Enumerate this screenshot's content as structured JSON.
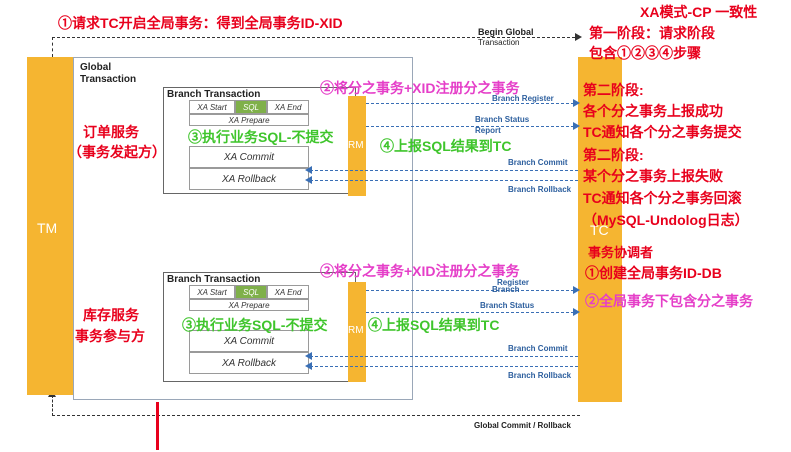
{
  "annotations": {
    "top_red": "①请求TC开启全局事务：得到全局事务ID-XID",
    "xa_title": "XA模式-CP 一致性",
    "phase1_line1": "第一阶段：请求阶段",
    "phase1_line2": "包含①②③④步骤",
    "phase2a_line1": "第二阶段:",
    "phase2a_line2": "各个分之事务上报成功",
    "phase2a_line3": "TC通知各个分之事务提交",
    "phase2b_line1": "第二阶段:",
    "phase2b_line2": "某个分之事务上报失败",
    "phase2b_line3": "TC通知各个分之事务回滚",
    "phase2b_line4": "（MySQL-Undolog日志）",
    "tc_line1": "事务协调者",
    "tc_line2": "①创建全局事务ID-DB",
    "tc_line3": "②全局事务下包含分之事务",
    "order_service_1": "订单服务",
    "order_service_2": "（事务发起方）",
    "stock_service_1": "库存服务",
    "stock_service_2": "事务参与方",
    "register_1": "②将分之事务+XID注册分之事务",
    "register_2": "②将分之事务+XID注册分之事务",
    "exec_1": "③执行业务SQL-不提交",
    "exec_2": "③执行业务SQL-不提交",
    "report_1": "④上报SQL结果到TC",
    "report_2": "④上报SQL结果到TC"
  },
  "diagram": {
    "begin_global": "Begin Global",
    "begin_global_2": "Transaction",
    "tm_label": "TM",
    "tc_label": "TC",
    "rm_label": "RM",
    "global_transaction_1": "Global",
    "global_transaction_2": "Transaction",
    "branch_title": "Branch Transaction",
    "xa_start": "XA Start",
    "sql": "SQL",
    "xa_end": "XA End",
    "xa_prepare": "XA Prepare",
    "xa_commit": "XA Commit",
    "xa_rollback": "XA Rollback",
    "branch_register": "Branch Register",
    "register_partial": "Register",
    "branch_status": "Branch Status",
    "report_partial": "Report",
    "branch_commit": "Branch Commit",
    "branch_rollback": "Branch Rollback",
    "global_commit_rollback": "Global Commit / Rollback"
  },
  "colors": {
    "tm_bar": "#f5b531",
    "red": "#e8001c",
    "pink": "#e53ec8",
    "green": "#3fc52c",
    "orange": "#f39a1c",
    "arrow_blue": "#3a6fb5"
  }
}
